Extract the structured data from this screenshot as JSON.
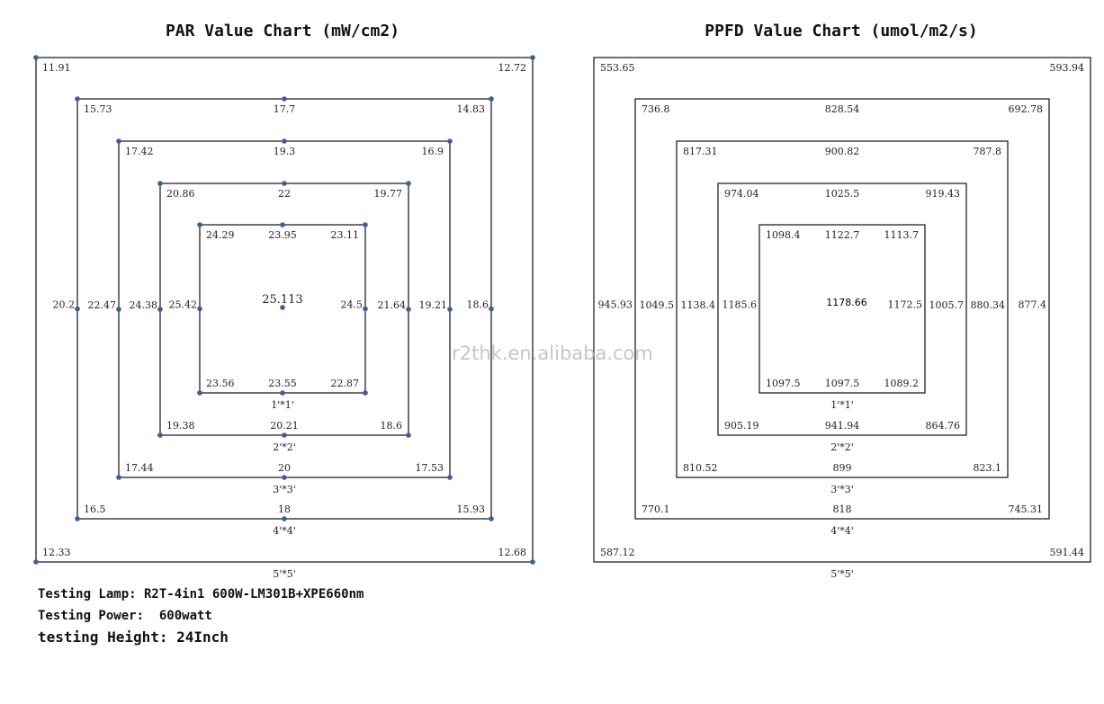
{
  "watermark": "r2thk.en.alibaba.com",
  "charts": [
    {
      "title": "PAR Value Chart (mW/cm2)",
      "center": "25.113",
      "rings": [
        {
          "size": "5'*5'",
          "tl": "11.91",
          "tc": "",
          "tr": "12.72",
          "ml": "",
          "mr": "",
          "bl": "12.33",
          "bc": "",
          "br": "12.68"
        },
        {
          "size": "4'*4'",
          "tl": "15.73",
          "tc": "17.7",
          "tr": "14.83",
          "ml": "20.2",
          "mr": "18.6",
          "bl": "16.5",
          "bc": "18",
          "br": "15.93"
        },
        {
          "size": "3'*3'",
          "tl": "17.42",
          "tc": "19.3",
          "tr": "16.9",
          "ml": "22.47",
          "mr": "19.21",
          "bl": "17.44",
          "bc": "20",
          "br": "17.53"
        },
        {
          "size": "2'*2'",
          "tl": "20.86",
          "tc": "22",
          "tr": "19.77",
          "ml": "24.38",
          "mr": "21.64",
          "bl": "19.38",
          "bc": "20.21",
          "br": "18.6"
        },
        {
          "size": "1'*1'",
          "tl": "24.29",
          "tc": "23.95",
          "tr": "23.11",
          "ml": "25.42",
          "mr": "24.5",
          "bl": "23.56",
          "bc": "23.55",
          "br": "22.87"
        }
      ]
    },
    {
      "title": "PPFD Value Chart (umol/m2/s)",
      "center": "1178.66",
      "rings": [
        {
          "size": "5'*5'",
          "tl": "553.65",
          "tc": "",
          "tr": "593.94",
          "ml": "",
          "mr": "",
          "bl": "587.12",
          "bc": "",
          "br": "591.44"
        },
        {
          "size": "4'*4'",
          "tl": "736.8",
          "tc": "828.54",
          "tr": "692.78",
          "ml": "945.93",
          "mr": "877.4",
          "bl": "770.1",
          "bc": "818",
          "br": "745.31"
        },
        {
          "size": "3'*3'",
          "tl": "817.31",
          "tc": "900.82",
          "tr": "787.8",
          "ml": "1049.5",
          "mr": "880.34",
          "bl": "810.52",
          "bc": "899",
          "br": "823.1"
        },
        {
          "size": "2'*2'",
          "tl": "974.04",
          "tc": "1025.5",
          "tr": "919.43",
          "ml": "1138.4",
          "mr": "1005.7",
          "bl": "905.19",
          "bc": "941.94",
          "br": "864.76"
        },
        {
          "size": "1'*1'",
          "tl": "1098.4",
          "tc": "1122.7",
          "tr": "1113.7",
          "ml": "1185.6",
          "mr": "1172.5",
          "bl": "1097.5",
          "bc": "1097.5",
          "br": "1089.2"
        }
      ]
    }
  ],
  "notes": {
    "lamp": "Testing Lamp: R2T-4in1 600W-LM301B+XPE660nm",
    "power": "Testing Power:  600watt",
    "height": "testing Height: 24Inch"
  },
  "colors": {
    "marker": "#3b5f8f",
    "line": "#111111",
    "watermark": "#bdbdbd"
  }
}
